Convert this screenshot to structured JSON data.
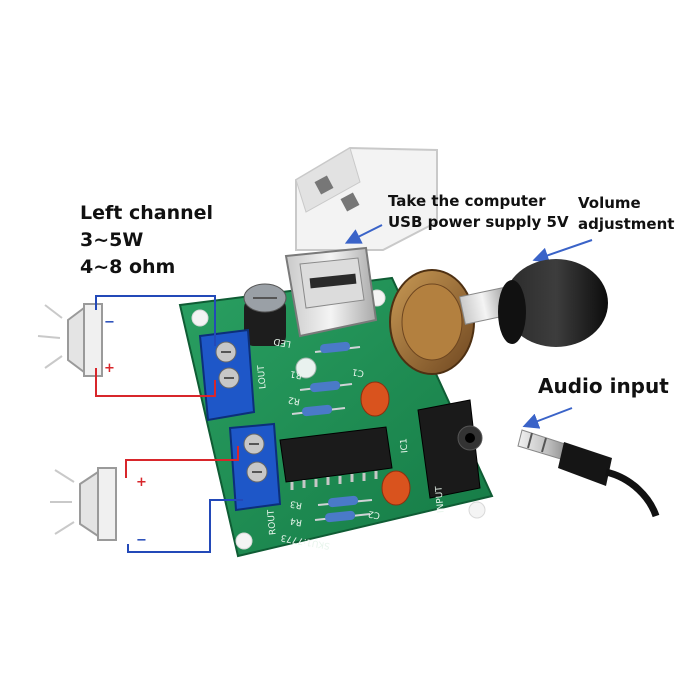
{
  "labels": {
    "left_channel": [
      "Left channel",
      "3~5W",
      "4~8 ohm"
    ],
    "usb_power": [
      "Take the computer",
      "USB power supply 5V"
    ],
    "volume": [
      "Volume",
      "adjustment"
    ],
    "audio_input": "Audio input"
  },
  "pcb_silkscreen": {
    "led": "LED",
    "r1": "R1",
    "r2": "R2",
    "r3": "R3",
    "r4": "R4",
    "c1": "C1",
    "c2": "C2",
    "ic1": "IC1",
    "lout": "LOUT",
    "rout": "ROUT",
    "input": "INPUT",
    "sku": "SKU1:7773"
  },
  "colors": {
    "pcb": "#1f8a52",
    "terminal_block": "#1e57c8",
    "wire_red": "#d8262b",
    "wire_blue": "#2349b8",
    "arrow": "#3a63c8"
  }
}
